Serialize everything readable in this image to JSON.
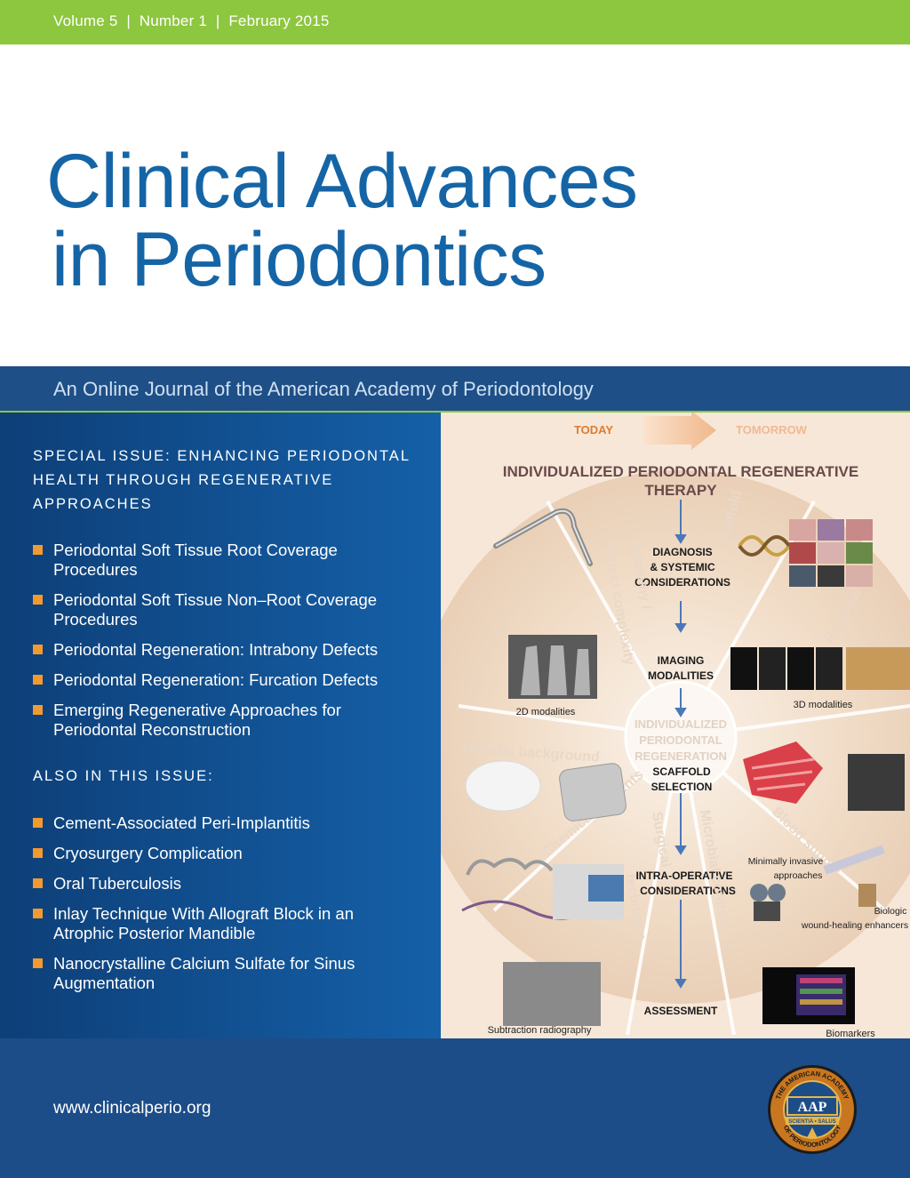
{
  "header": {
    "issue_info": "Volume 5  |  Number 1  |  February 2015"
  },
  "title": {
    "line1": "Clinical Advances",
    "line2": "in Periodontics"
  },
  "subtitle": "An Online Journal of the American Academy of Periodontology",
  "special_issue": {
    "heading_lines": [
      "SPECIAL ISSUE: ENHANCING PERIODONTAL",
      "HEALTH THROUGH REGENERATIVE",
      "APPROACHES"
    ],
    "items": [
      {
        "lines": [
          "Periodontal Soft Tissue Root Coverage",
          "Procedures"
        ]
      },
      {
        "lines": [
          "Periodontal Soft Tissue Non–Root Coverage",
          "Procedures"
        ]
      },
      {
        "lines": [
          "Periodontal Regeneration: Intrabony Defects"
        ]
      },
      {
        "lines": [
          "Periodontal Regeneration: Furcation Defects"
        ]
      },
      {
        "lines": [
          "Emerging Regenerative Approaches for",
          "Periodontal Reconstruction"
        ]
      }
    ]
  },
  "also_in_issue": {
    "heading": "ALSO IN THIS ISSUE:",
    "items": [
      {
        "lines": [
          "Cement-Associated Peri-Implantitis"
        ]
      },
      {
        "lines": [
          "Cryosurgery Complication"
        ]
      },
      {
        "lines": [
          "Oral Tuberculosis"
        ]
      },
      {
        "lines": [
          "Inlay Technique With Allograft Block in an",
          "Atrophic Posterior Mandible"
        ]
      },
      {
        "lines": [
          "Nanocrystalline Calcium Sulfate for Sinus",
          "Augmentation"
        ]
      }
    ]
  },
  "figure": {
    "today": "TODAY",
    "tomorrow": "TOMORROW",
    "title_line1": "INDIVIDUALIZED PERIODONTAL REGENERATIVE",
    "title_line2": "THERAPY",
    "steps": {
      "diagnosis": [
        "DIAGNOSIS",
        "& SYSTEMIC",
        "CONSIDERATIONS"
      ],
      "imaging": [
        "IMAGING",
        "MODALITIES"
      ],
      "scaffold": [
        "SCAFFOLD",
        "SELECTION"
      ],
      "intraop": [
        "INTRA-OPERATIVE",
        "CONSIDERATIONS"
      ],
      "assessment": "ASSESSMENT"
    },
    "center_lines": [
      "INDIVIDUALIZED",
      "PERIODONTAL",
      "REGENERATION"
    ],
    "wheel_labels": {
      "defect_complexity": "Defect complexity",
      "anatomy": "Anatomy /",
      "scaffold": "Scaffold",
      "genetic": "Genetic background",
      "chemical": "Chemical reagents",
      "surgical": "Surgical",
      "technique": "technique",
      "microbial": "Microbial control",
      "blood": "Blood supply",
      "regional": "Regional",
      "location": "location"
    },
    "captions": {
      "modalities_2d": "2D modalities",
      "modalities_3d": "3D modalities",
      "minimally_invasive": [
        "Minimally invasive",
        "approaches"
      ],
      "biologic": [
        "Biologic",
        "wound-healing enhancers"
      ],
      "subtraction": "Subtraction  radiography",
      "biomarkers": "Biomarkers"
    }
  },
  "footer": {
    "url": "www.clinicalperio.org"
  },
  "logo": {
    "center_text": "AAP",
    "ring_top": "THE AMERICAN ACADEMY",
    "ring_bottom": "OF PERIODONTOLOGY",
    "banner": "SCIENTIA • SALUS",
    "colors": {
      "ring": "#c8761f",
      "center": "#1c4d88",
      "gold": "#e8b54a"
    }
  },
  "colors": {
    "green": "#8dc63f",
    "blue": "#1565a6",
    "navy": "#1c4d88",
    "orange": "#f29a30"
  }
}
